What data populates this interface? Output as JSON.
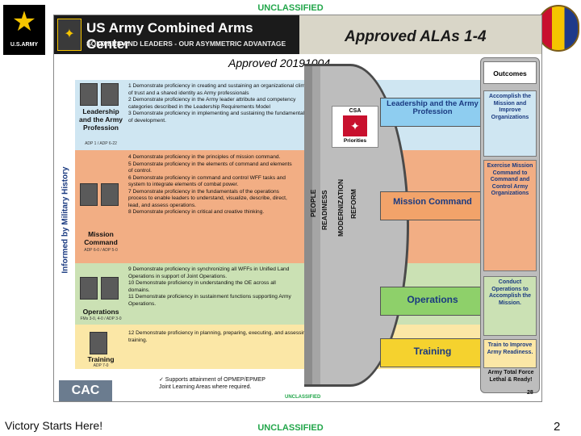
{
  "classification": {
    "top": "UNCLASSIFIED",
    "bottom": "UNCLASSIFIED",
    "inner": "UNCLASSIFIED"
  },
  "army_logo": {
    "text": "U.S.ARMY"
  },
  "banner": {
    "title": "US Army Combined Arms Center",
    "subtitle": "SOLDIERS AND LEADERS - OUR ASYMMETRIC ADVANTAGE",
    "slide_title": "Approved ALAs 1-4"
  },
  "approved_date": "Approved 20191004",
  "history_label": "Informed by Military History",
  "sections": [
    {
      "label": "Leadership and the Army Profession",
      "pub": "ADP 1 / ADP 6-22",
      "alas": "1 Demonstrate proficiency in creating and sustaining an organizational climate of trust and a shared identity as Army professionals\n2 Demonstrate proficiency in the Army leader attribute and competency categories described in the Leadership Requirements Model\n3 Demonstrate proficiency in implementing and sustaining the fundamentals of development."
    },
    {
      "label": "Mission Command",
      "pub": "ADP 6-0 / ADP 5-0",
      "alas": "4 Demonstrate proficiency in the principles of mission command.\n5 Demonstrate proficiency in the elements of command and elements of control.\n6 Demonstrate proficiency in command and control WFF tasks and system to integrate elements of combat power.\n7 Demonstrate proficiency in the fundamentals of the operations process to enable leaders to understand, visualize, describe, direct, lead, and assess operations.\n8 Demonstrate proficiency in critical and creative thinking."
    },
    {
      "label": "Operations",
      "pub": "FMs 3-0, 4-0 / ADP 3-0",
      "alas": "9 Demonstrate proficiency in synchronizing all WFFs in Unified Land Operations in support of Joint Operations.\n10 Demonstrate proficiency in understanding the OE across all domains.\n11 Demonstrate proficiency in sustainment functions supporting Army Operations."
    },
    {
      "label": "Training",
      "pub": "ADP 7-0",
      "alas": "12 Demonstrate proficiency in planning, preparing, executing, and assessing training."
    }
  ],
  "csa": {
    "label": "CSA",
    "priorities": "Priorities"
  },
  "pillars": [
    "PEOPLE",
    "READINESS",
    "MODERNIZATION",
    "REFORM"
  ],
  "arrows": [
    "Leadership and the Army Profession",
    "Mission Command",
    "Operations",
    "Training"
  ],
  "outcomes": {
    "header": "Outcomes",
    "items": [
      "Accomplish the Mission and Improve Organizations",
      "Exercise Mission Command to Command and Control Army Organizations",
      "Conduct Operations to Accomplish the Mission.",
      "Train to Improve Army Readiness."
    ],
    "final": "Army Total Force Lethal & Ready!"
  },
  "footer": {
    "logo": "CAC",
    "footnote_line1": "✓ Supports attainment of OPMEP/EPMEP",
    "footnote_line2": "Joint Learning Areas where required.",
    "inner_page": "28"
  },
  "slogan": "Victory Starts Here!",
  "page_number": "2"
}
